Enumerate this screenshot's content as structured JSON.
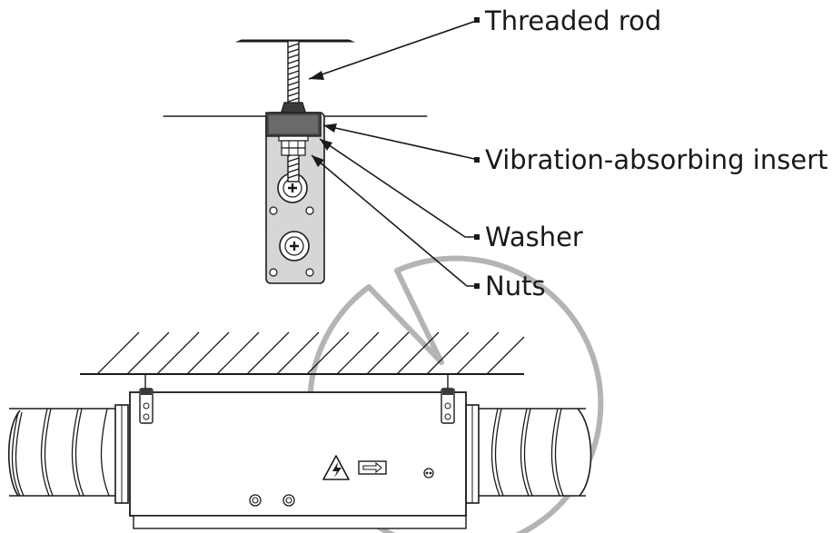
{
  "labels": {
    "threaded_rod": "Threaded rod",
    "insert": "Vibration-absorbing insert",
    "washer": "Washer",
    "nuts": "Nuts"
  },
  "icons": [
    "warning-electric-icon",
    "airflow-arrow-icon"
  ],
  "colors": {
    "line": "#1a1a1a",
    "magnifier": "#b4b4b4",
    "bracket": "#d6d6d6",
    "insert": "#4a4a4a"
  }
}
